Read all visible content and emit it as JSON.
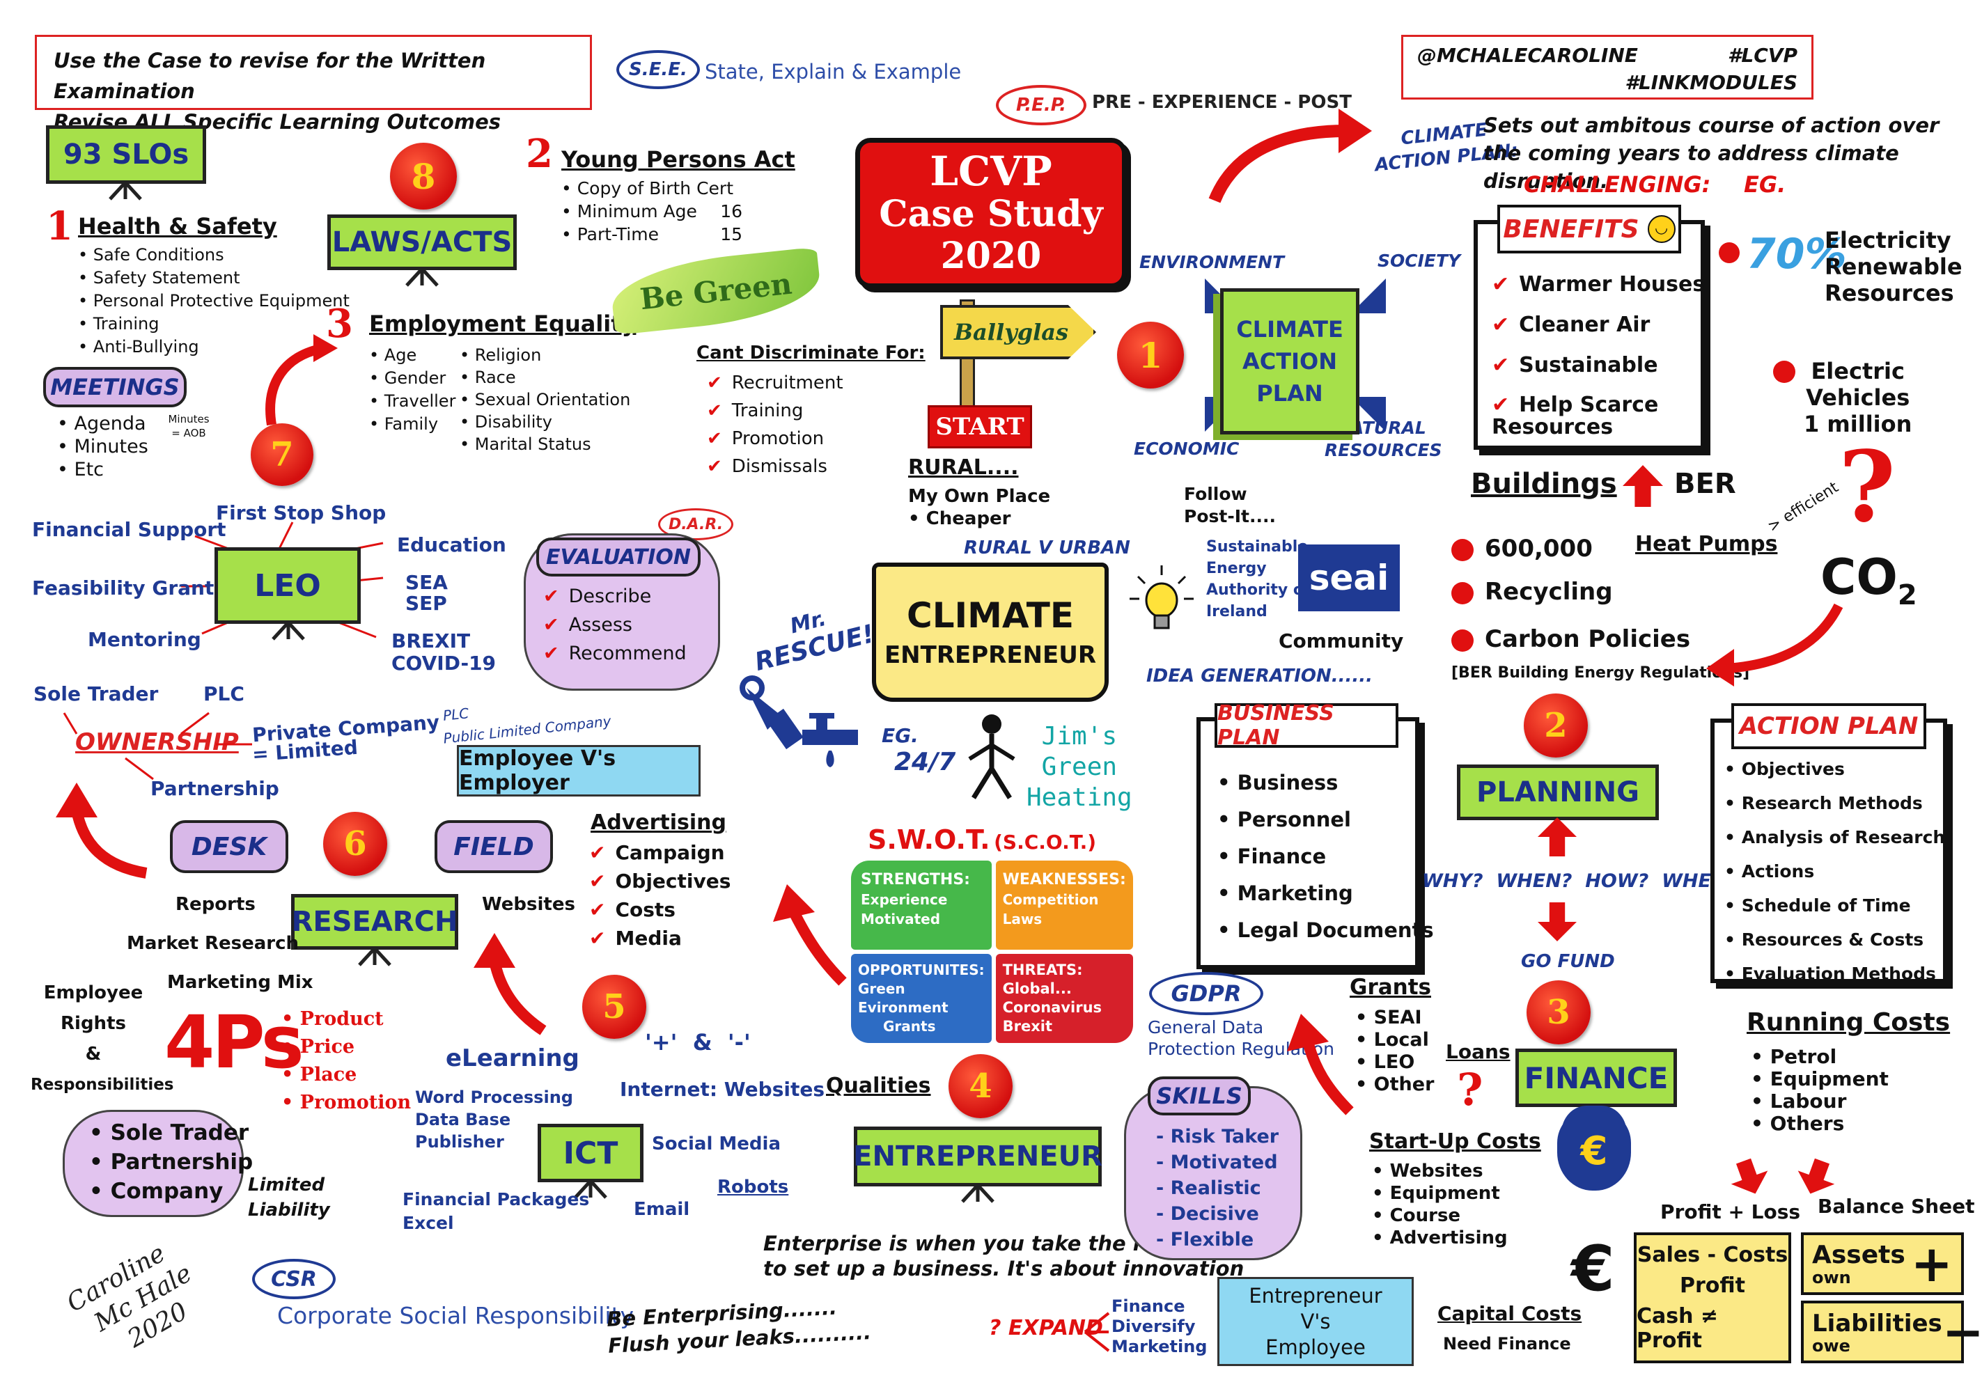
{
  "header": {
    "instructions": [
      "Use the Case to revise for the Written Examination",
      "Revise ALL Specific Learning Outcomes"
    ],
    "see_badge": "S.E.E.",
    "see_text": "State, Explain & Example",
    "pep_badge": "P.E.P.",
    "pep_text": "PRE - EXPERIENCE - POST",
    "handle": "@MCHALECAROLINE",
    "tag1": "#LCVP",
    "tag2": "#LINKMODULES"
  },
  "title": {
    "line1": "LCVP",
    "line2": "Case Study",
    "line3": "2020"
  },
  "slos": {
    "label": "93 SLOs"
  },
  "health_safety": {
    "num": "1",
    "heading": "Health & Safety",
    "items": [
      "Safe Conditions",
      "Safety Statement",
      "Personal Protective Equipment",
      "Training",
      "Anti-Bullying"
    ]
  },
  "laws": {
    "num": "8",
    "label": "LAWS/ACTS"
  },
  "young_persons": {
    "num": "2",
    "heading": "Young Persons Act",
    "items": [
      "Copy of Birth Cert",
      "Minimum Age",
      "Part-Time"
    ],
    "values": [
      "",
      "16",
      "15"
    ]
  },
  "employment_equality": {
    "num": "3",
    "heading": "Employment Equality",
    "col1": [
      "Age",
      "Gender",
      "Traveller",
      "Family"
    ],
    "col2": [
      "Religion",
      "Race",
      "Sexual Orientation",
      "Disability",
      "Marital Status"
    ]
  },
  "be_green": "Be Green",
  "cant_discriminate": {
    "heading": "Cant Discriminate For:",
    "items": [
      "Recruitment",
      "Training",
      "Promotion",
      "Dismissals"
    ]
  },
  "meetings": {
    "label": "MEETINGS",
    "items": [
      "Agenda",
      "Minutes",
      "Etc"
    ],
    "note": "Minutes = AOB"
  },
  "seven": "7",
  "leo": {
    "label": "LEO",
    "items": [
      "First Stop Shop",
      "Financial Support",
      "Education",
      "Feasibility Grant",
      "SEA",
      "SEP",
      "Mentoring",
      "BREXIT",
      "COVID-19"
    ]
  },
  "evaluation": {
    "dar": "D.A.R.",
    "label": "EVALUATION",
    "items": [
      "Describe",
      "Assess",
      "Recommend"
    ]
  },
  "ownership": {
    "label": "OWNERSHIP",
    "items": [
      "Sole Trader",
      "PLC",
      "Private Company",
      "= Limited",
      "Partnership"
    ],
    "plc": [
      "PLC",
      "Public Limited Company"
    ]
  },
  "employee_employer": "Employee V's Employer",
  "signpost": {
    "town": "Ballyglas",
    "start": "START"
  },
  "rural": {
    "heading": "RURAL....",
    "items": [
      "My Own Place",
      "Cheaper"
    ]
  },
  "rural_urban": "RURAL V URBAN",
  "book": {
    "line1": "CLIMATE",
    "line2": "ENTREPRENEUR"
  },
  "mr_rescue": {
    "line1": "Mr.",
    "line2": "RESCUE!"
  },
  "eg247": {
    "eg": "EG.",
    "val": "24/7"
  },
  "jims": [
    "Jim's",
    "Green",
    "Heating"
  ],
  "climate_action": {
    "num": "1",
    "plan_label": [
      "CLIMATE",
      "ACTION PLAN:"
    ],
    "description": [
      "Sets out ambitous course of action over",
      "the coming years to address climate disruption."
    ],
    "book": [
      "CLIMATE",
      "ACTION",
      "PLAN"
    ],
    "dirs": [
      "ENVIRONMENT",
      "SOCIETY",
      "ECONOMIC",
      "NATURAL",
      "RESOURCES"
    ],
    "challenging": "CHALLENGING:",
    "eg": "EG."
  },
  "follow": [
    "Follow",
    "Post-It...."
  ],
  "seai": {
    "text": [
      "Sustainable",
      "Energy",
      "Authority of",
      "Ireland"
    ],
    "logo": "seai",
    "community": "Community"
  },
  "idea_generation": "IDEA GENERATION......",
  "benefits": {
    "label": "BENEFITS",
    "items": [
      "Warmer Houses",
      "Cleaner Air",
      "Sustainable",
      "Help Scarce Resources"
    ]
  },
  "stats": {
    "pct": "70%",
    "electricity": [
      "Electricity",
      "Renewable",
      "Resources"
    ],
    "ev": [
      "Electric",
      "Vehicles",
      "1 million"
    ],
    "buildings": "Buildings",
    "ber": "BER",
    "efficient": "> efficient",
    "heat_pumps": "Heat Pumps",
    "co2": "CO",
    "co2_sub": "2",
    "bullets": [
      "600,000",
      "Recycling",
      "Carbon Policies"
    ],
    "ber_note": "[BER Building Energy Regulations]"
  },
  "business_plan": {
    "label": "BUSINESS PLAN",
    "items": [
      "Business",
      "Personnel",
      "Finance",
      "Marketing",
      "Legal Documents"
    ]
  },
  "planning": {
    "num": "2",
    "label": "PLANNING",
    "questions": "WHY?  WHEN?  HOW?  WHERE?",
    "go_fund": "GO FUND"
  },
  "action_plan": {
    "label": "ACTION PLAN",
    "items": [
      "Objectives",
      "Research Methods",
      "Analysis of Research",
      "Actions",
      "Schedule of Time",
      "Resources & Costs",
      "Evaluation Methods"
    ]
  },
  "research": {
    "num": "6",
    "desk": "DESK",
    "field": "FIELD",
    "label": "RESEARCH",
    "reports": "Reports",
    "websites": "Websites",
    "market_research": "Market Research",
    "marketing_mix": "Marketing Mix"
  },
  "employee_rights": [
    "Employee",
    "Rights",
    "&",
    "Responsibilities"
  ],
  "fourps": {
    "label": "4Ps",
    "items": [
      "Product",
      "Price",
      "Place",
      "Promotion"
    ]
  },
  "owners_cloud": {
    "items": [
      "Sole Trader",
      "Partnership",
      "Company"
    ],
    "limited": [
      "Limited",
      "Liability"
    ]
  },
  "advertising": {
    "heading": "Advertising",
    "items": [
      "Campaign",
      "Objectives",
      "Costs",
      "Media"
    ]
  },
  "swot": {
    "title": "S.W.O.T.",
    "subtitle": "(S.C.O.T.)",
    "strengths": [
      "STRENGTHS:",
      "Experience",
      "Motivated"
    ],
    "weaknesses": [
      "WEAKNESSES:",
      "Competition",
      "Laws"
    ],
    "opportunities": [
      "OPPORTUNITES:",
      "Green",
      "Evironment",
      "Grants"
    ],
    "threats": [
      "THREATS:",
      "Global...",
      "Coronavirus",
      "Brexit"
    ]
  },
  "five": {
    "num": "5",
    "plusminus": "'+'  &  '-'",
    "internet": "Internet:  Websites"
  },
  "ict": {
    "label": "ICT",
    "elearning": "eLearning",
    "word": [
      "Word Processing",
      "Data Base",
      "Publisher"
    ],
    "social": "Social Media",
    "robots": "Robots",
    "financial": [
      "Financial Packages",
      "Excel"
    ],
    "email": "Email"
  },
  "entrepreneur": {
    "num": "4",
    "label": "ENTREPRENEUR",
    "qualities": "Qualities",
    "enterprise": [
      "Enterprise is when you take the risk",
      "to set up a business. It's about innovation"
    ]
  },
  "gdpr": {
    "label": "GDPR",
    "text": [
      "General Data",
      "Protection Regulation"
    ]
  },
  "skills": {
    "label": "SKILLS",
    "items": [
      "Risk Taker",
      "Motivated",
      "Realistic",
      "Decisive",
      "Flexible"
    ]
  },
  "grants": {
    "heading": "Grants",
    "items": [
      "SEAI",
      "Local",
      "LEO",
      "Other"
    ]
  },
  "loans": {
    "heading": "Loans",
    "mark": "?"
  },
  "startup": {
    "heading": "Start-Up Costs",
    "items": [
      "Websites",
      "Equipment",
      "Course",
      "Advertising"
    ]
  },
  "finance": {
    "num": "3",
    "label": "FINANCE",
    "euro": "€"
  },
  "running_costs": {
    "heading": "Running Costs",
    "items": [
      "Petrol",
      "Equipment",
      "Labour",
      "Others"
    ]
  },
  "accounts": {
    "pl_title": "Profit + Loss",
    "bs_title": "Balance Sheet",
    "euro": "€",
    "pl": [
      "Sales - Costs",
      "Profit",
      "Cash ≠ Profit"
    ],
    "assets": "Assets",
    "assets_sub": "own",
    "plus": "+",
    "liabilities": "Liabilities",
    "liabilities_sub": "owe",
    "minus": "−"
  },
  "expand": {
    "label": "? EXPAND",
    "items": [
      "Finance",
      "Diversify",
      "Marketing"
    ]
  },
  "ent_employee": [
    "Entrepreneur",
    "V's",
    "Employee"
  ],
  "capital": {
    "heading": "Capital Costs",
    "sub": "Need Finance"
  },
  "csr": {
    "badge": "CSR",
    "text": "Corporate Social Responsibility"
  },
  "flush": [
    "Be Enterprising.......",
    "Flush your leaks.........."
  ],
  "signature": [
    "Caroline",
    "Mc Hale",
    "2020"
  ],
  "colors": {
    "accent_red": "#e01010",
    "board_green": "#a6e04a",
    "navy": "#1f3a93",
    "lilac": "#d8b8e8",
    "yellow_box": "#fbe986",
    "cyan_box": "#8fd8f2"
  }
}
